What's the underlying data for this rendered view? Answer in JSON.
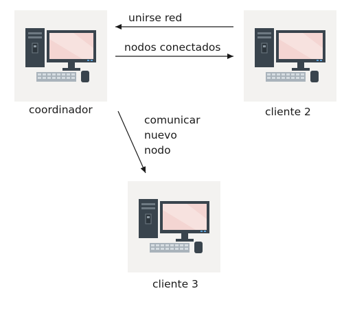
{
  "nodes": {
    "coordinator": {
      "label": "coordinador"
    },
    "client2": {
      "label": "cliente 2"
    },
    "client3": {
      "label": "cliente 3"
    }
  },
  "edges": {
    "join": {
      "label": "unirse red",
      "direction": "cliente 2 → coordinador"
    },
    "connected": {
      "label": "nodos conectados",
      "direction": "coordinador → cliente 2"
    },
    "communicate": {
      "lines": [
        "comunicar",
        "nuevo",
        "nodo"
      ],
      "direction": "coordinador → cliente 3"
    }
  },
  "icons": {
    "computer": "desktop-computer-icon"
  },
  "colors": {
    "card_background": "#f3f2f0",
    "tower": "#39444d",
    "screen": "#f4d5d2",
    "keyboard": "#a9b3bb",
    "arrow": "#1a1a1a"
  }
}
